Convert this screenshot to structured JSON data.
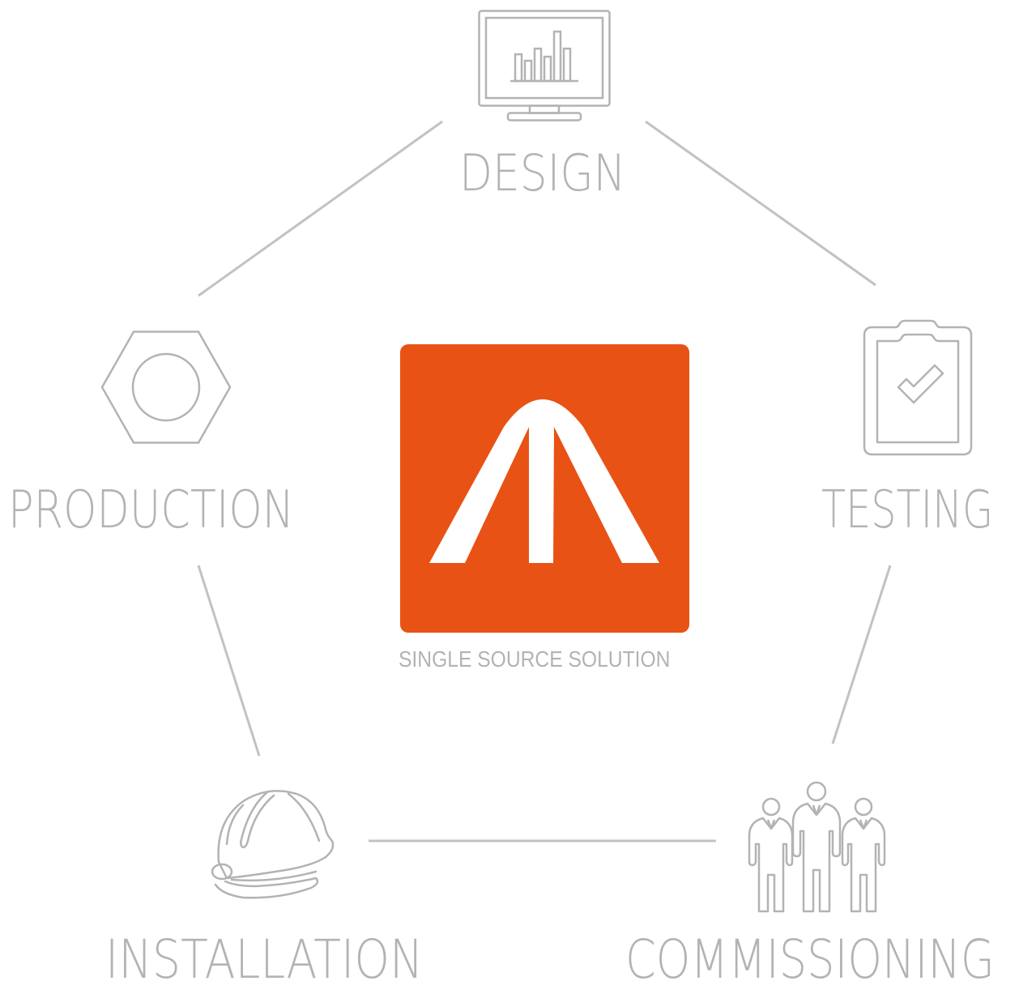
{
  "diagram": {
    "center": {
      "logo_icon": "tent-arch-logo-icon",
      "tagline": "SINGLE SOURCE SOLUTION",
      "tile_color": "#e85215"
    },
    "nodes": [
      {
        "id": "design",
        "label": "DESIGN",
        "icon": "monitor-chart-icon"
      },
      {
        "id": "testing",
        "label": "TESTING",
        "icon": "clipboard-check-icon"
      },
      {
        "id": "commissioning",
        "label": "COMMISSIONING",
        "icon": "team-people-icon"
      },
      {
        "id": "installation",
        "label": "INSTALLATION",
        "icon": "hard-hat-icon"
      },
      {
        "id": "production",
        "label": "PRODUCTION",
        "icon": "hex-nut-icon"
      }
    ],
    "edges": [
      {
        "from": "design",
        "to": "testing"
      },
      {
        "from": "testing",
        "to": "commissioning"
      },
      {
        "from": "commissioning",
        "to": "installation"
      },
      {
        "from": "installation",
        "to": "production"
      },
      {
        "from": "production",
        "to": "design"
      }
    ],
    "colors": {
      "line": "#c2c2c2",
      "icon": "#b3b3b3",
      "text": "#b3b3b3",
      "accent": "#e85215"
    }
  }
}
